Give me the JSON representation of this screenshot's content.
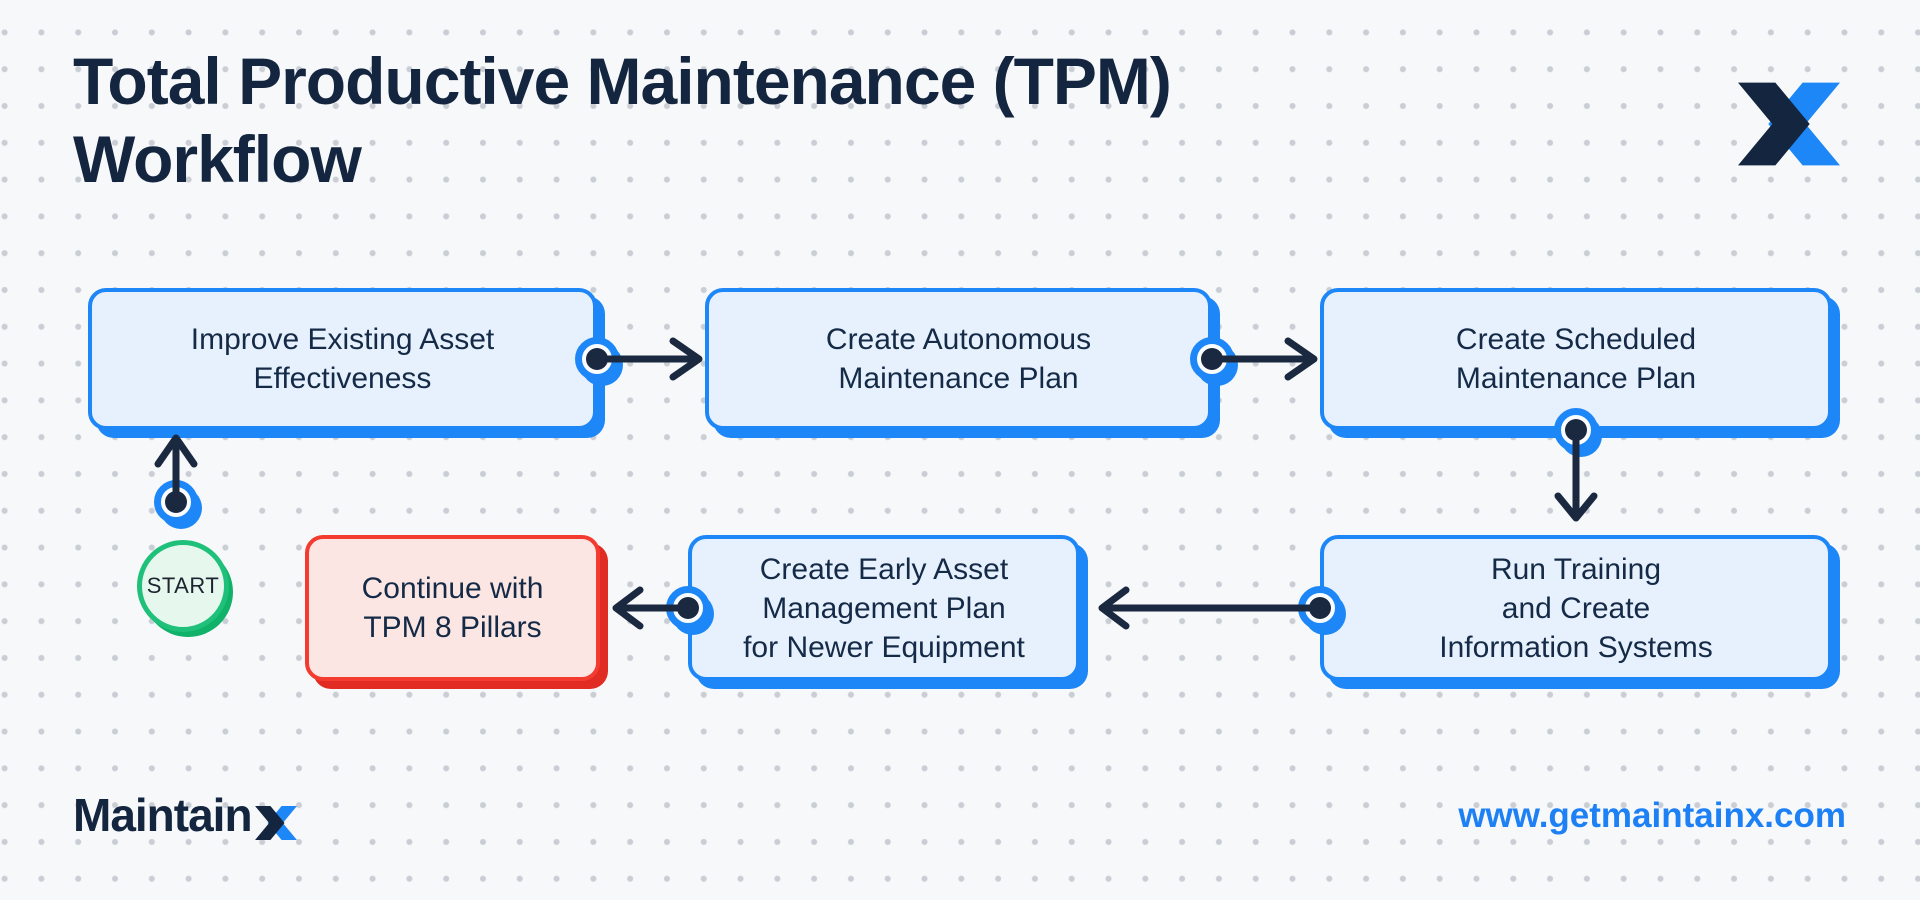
{
  "title": "Total Productive Maintenance (TPM)\nWorkflow",
  "start": {
    "label": "START"
  },
  "flow": {
    "boxes": [
      {
        "id": "improve-existing-asset-effectiveness",
        "label": "Improve Existing Asset\nEffectiveness",
        "variant": "blue"
      },
      {
        "id": "create-autonomous-maintenance-plan",
        "label": "Create Autonomous\nMaintenance Plan",
        "variant": "blue"
      },
      {
        "id": "create-scheduled-maintenance-plan",
        "label": "Create Scheduled\nMaintenance Plan",
        "variant": "blue"
      },
      {
        "id": "run-training-information-systems",
        "label": "Run Training\nand Create\nInformation Systems",
        "variant": "blue"
      },
      {
        "id": "create-early-asset-management-plan",
        "label": "Create Early Asset\nManagement Plan\nfor Newer Equipment",
        "variant": "blue"
      },
      {
        "id": "continue-with-tpm-8-pillars",
        "label": "Continue with\nTPM 8 Pillars",
        "variant": "red"
      }
    ]
  },
  "footer": {
    "brand_text": "Maintain",
    "brand_x": "X",
    "url": "www.getmaintainx.com"
  },
  "colors": {
    "accent_blue": "#1e87f7",
    "navy": "#13253f",
    "alert_red": "#f43b30",
    "start_green": "#1fc07a",
    "box_fill": "#e7f1fd",
    "red_fill": "#fce6e4",
    "green_fill": "#e6f8ee",
    "url_blue": "#1d80f5",
    "background": "#f7f8fa"
  }
}
